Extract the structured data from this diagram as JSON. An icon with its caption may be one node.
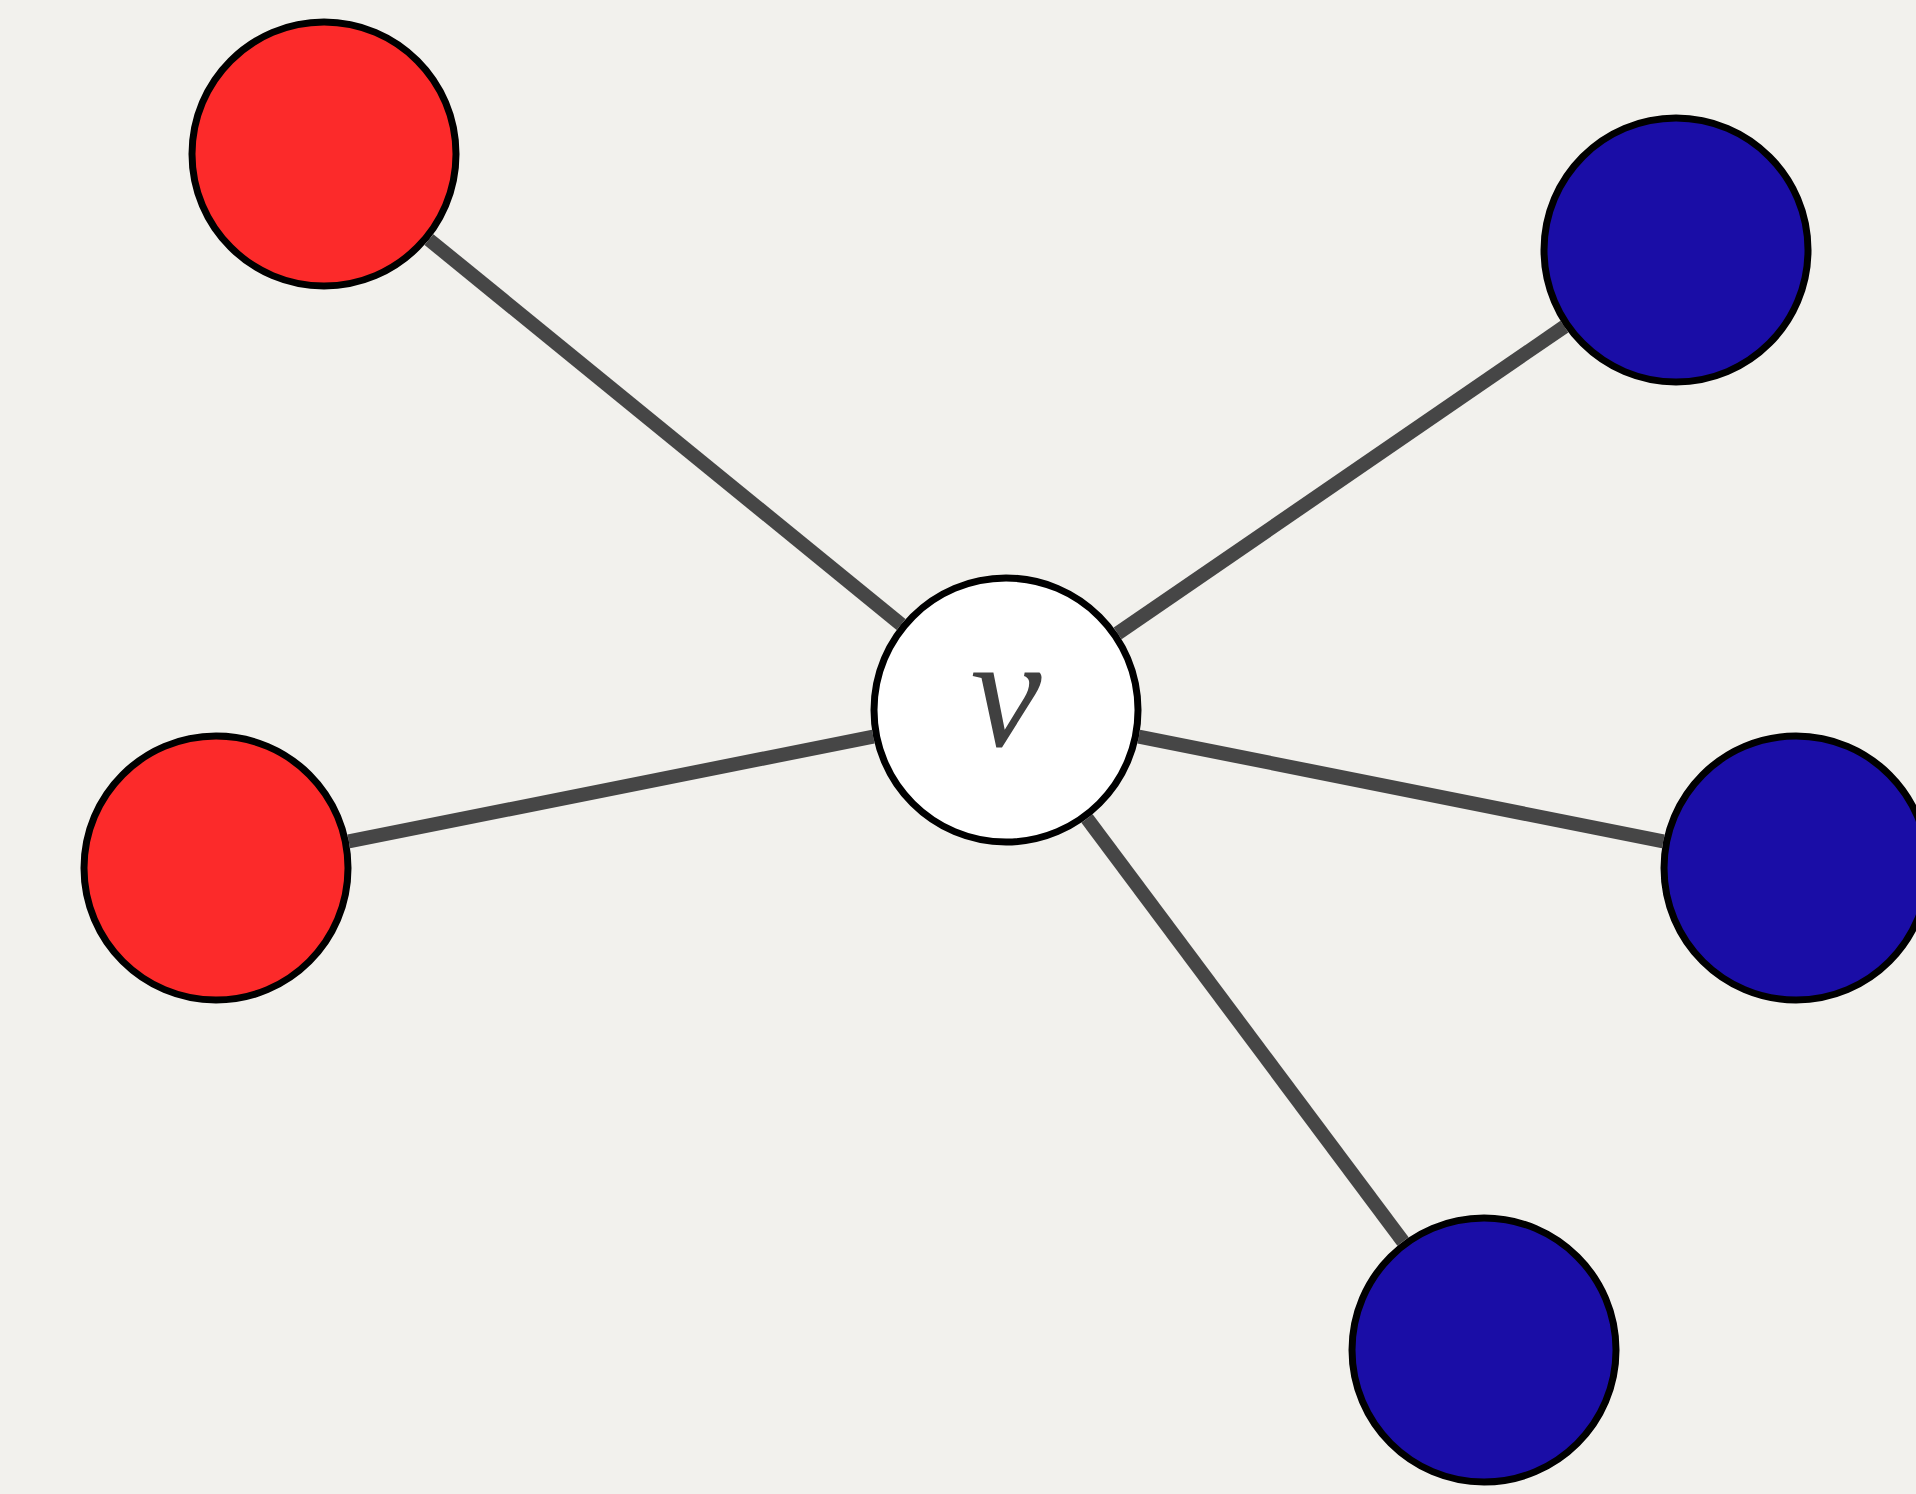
{
  "diagram": {
    "nodes": [
      {
        "text": [],
        "shape": "circle"
      },
      {
        "text": [],
        "shape": "circle"
      },
      {
        "text": [
          "v"
        ]
      },
      {
        "text": [],
        "shape": "circle"
      },
      {
        "text": [],
        "shape": "circle"
      },
      {
        "text": [],
        "shape": "circle"
      }
    ],
    "edges": [
      {
        "from": 2,
        "to": 0,
        "arrow": "none"
      },
      {
        "from": 2,
        "to": 1,
        "arrow": "none"
      },
      {
        "from": 2,
        "to": 3,
        "arrow": "none"
      },
      {
        "from": 2,
        "to": 4,
        "arrow": "none"
      },
      {
        "from": 2,
        "to": 5,
        "arrow": "none"
      }
    ]
  }
}
